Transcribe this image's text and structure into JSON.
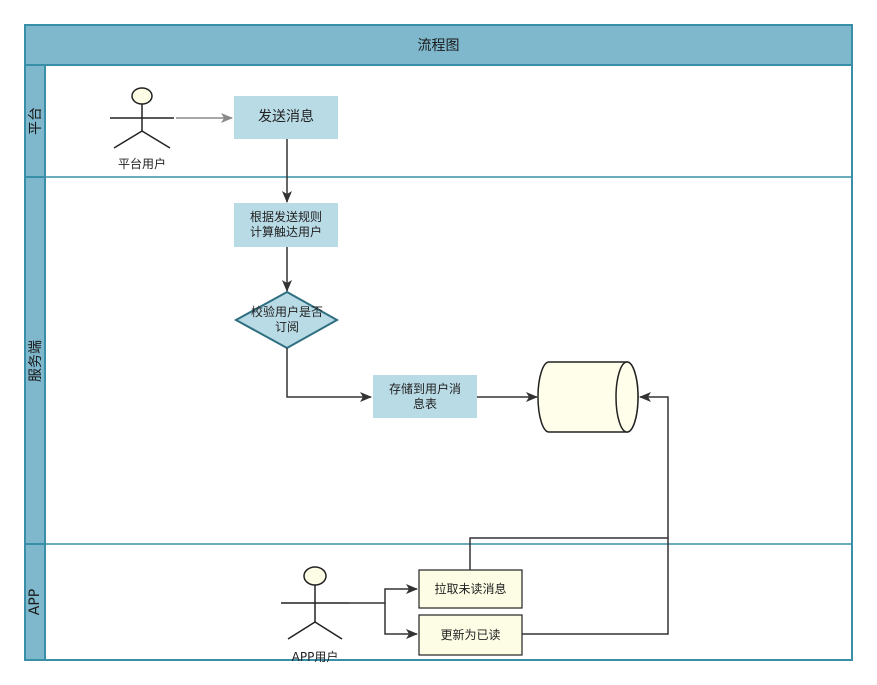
{
  "title": "流程图",
  "lanes": [
    "平台",
    "服务端",
    "APP"
  ],
  "actors": {
    "platform_user": "平台用户",
    "app_user": "APP用户"
  },
  "nodes": {
    "send_message": "发送消息",
    "compute_users_line1": "根据发送规则",
    "compute_users_line2": "计算触达用户",
    "verify_line1": "校验用户是否",
    "verify_line2": "订阅",
    "store_line1": "存储到用户消",
    "store_line2": "息表",
    "pull_unread": "拉取未读消息",
    "mark_read": "更新为已读"
  },
  "colors": {
    "header_fill": "#7fb8cc",
    "border": "#3a8fa8",
    "process_fill": "#b9dbe6",
    "decision_fill": "#b9dbe6",
    "app_process_fill": "#fdfde6",
    "database_fill": "#fefeea",
    "line": "#333333"
  }
}
